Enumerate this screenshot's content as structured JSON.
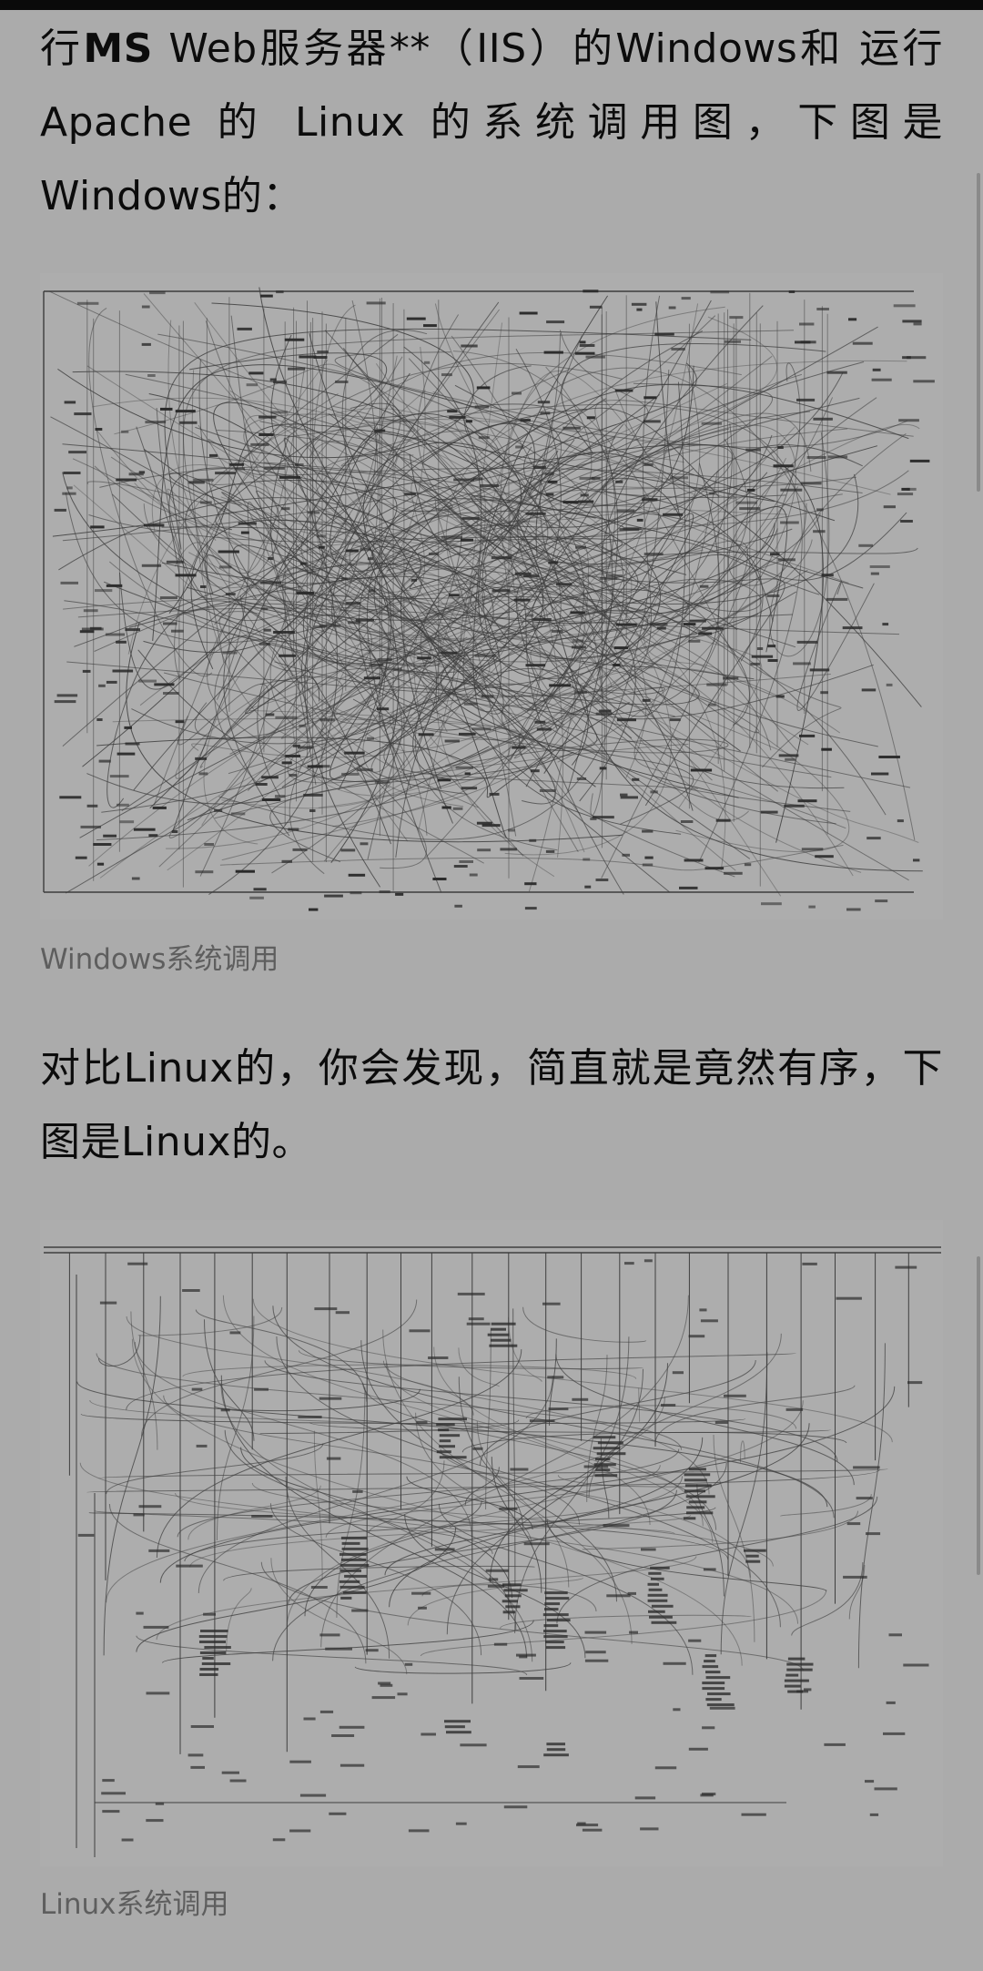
{
  "article": {
    "para1": {
      "pre": "行",
      "bold": "MS",
      "post": " Web服务器**（IIS）的Windows和 运行 Apache 的 Linux 的系统调用图，下图是Windows的："
    },
    "windows_caption": "Windows系统调用",
    "para2": "对比Linux的，你会发现，简直就是竟然有序，下图是Linux的。",
    "linux_caption": "Linux系统调用"
  }
}
